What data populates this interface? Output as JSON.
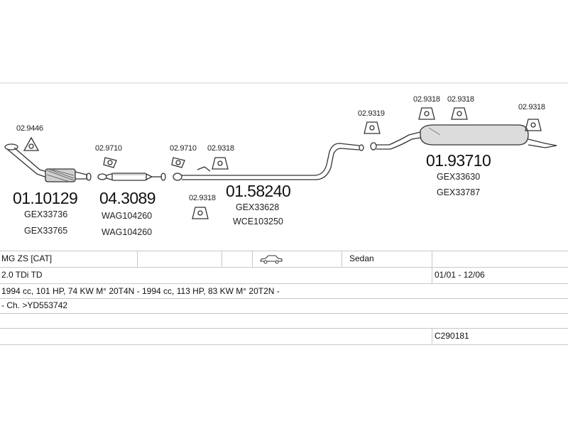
{
  "parts": [
    {
      "id": "p1",
      "number": "01.10129",
      "refs": [
        "GEX33736",
        "GEX33765"
      ],
      "fittings": [
        "02.9446"
      ]
    },
    {
      "id": "p2",
      "number": "04.3089",
      "refs": [
        "WAG104260",
        "WAG104260"
      ],
      "fittings": [
        "02.9710"
      ]
    },
    {
      "id": "p3",
      "number": "01.58240",
      "refs": [
        "GEX33628",
        "WCE103250"
      ],
      "fittings": [
        "02.9710",
        "02.9318",
        "02.9318"
      ]
    },
    {
      "id": "p4",
      "number": "01.93710",
      "refs": [
        "GEX33630",
        "GEX33787"
      ],
      "fittings": [
        "02.9319",
        "02.9318",
        "02.9318",
        "02.9318"
      ]
    }
  ],
  "vehicle": {
    "model": "MG ZS  [CAT]",
    "car_icon": "sedan-car-icon",
    "body": "Sedan",
    "engine": "2.0 TDi TD",
    "dates": "01/01 - 12/06",
    "spec": "1994 cc, 101 HP, 74 KW M° 20T4N - 1994 cc, 113 HP, 83 KW M° 20T2N -",
    "chassis": "- Ch. >YD553742",
    "code": "C290181"
  }
}
